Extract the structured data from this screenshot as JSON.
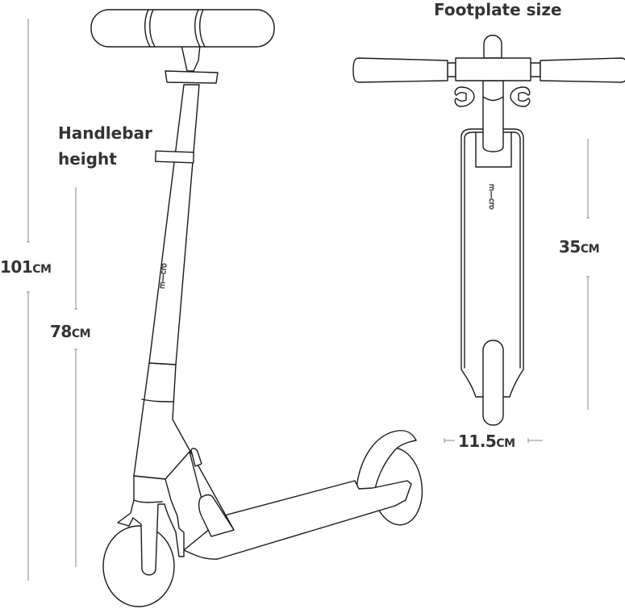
{
  "labels": {
    "handlebar_height_line1": "Handlebar",
    "handlebar_height_line2": "height",
    "footplate_size": "Footplate size"
  },
  "dimensions": {
    "max_height": "101cm",
    "min_height": "78cm",
    "footplate_length": "35cm",
    "footplate_width": "11.5cm"
  },
  "logo": "m—cro",
  "colors": {
    "line": "#1a1a1a",
    "text": "#333333",
    "dimension_line": "#8a8a8a"
  }
}
